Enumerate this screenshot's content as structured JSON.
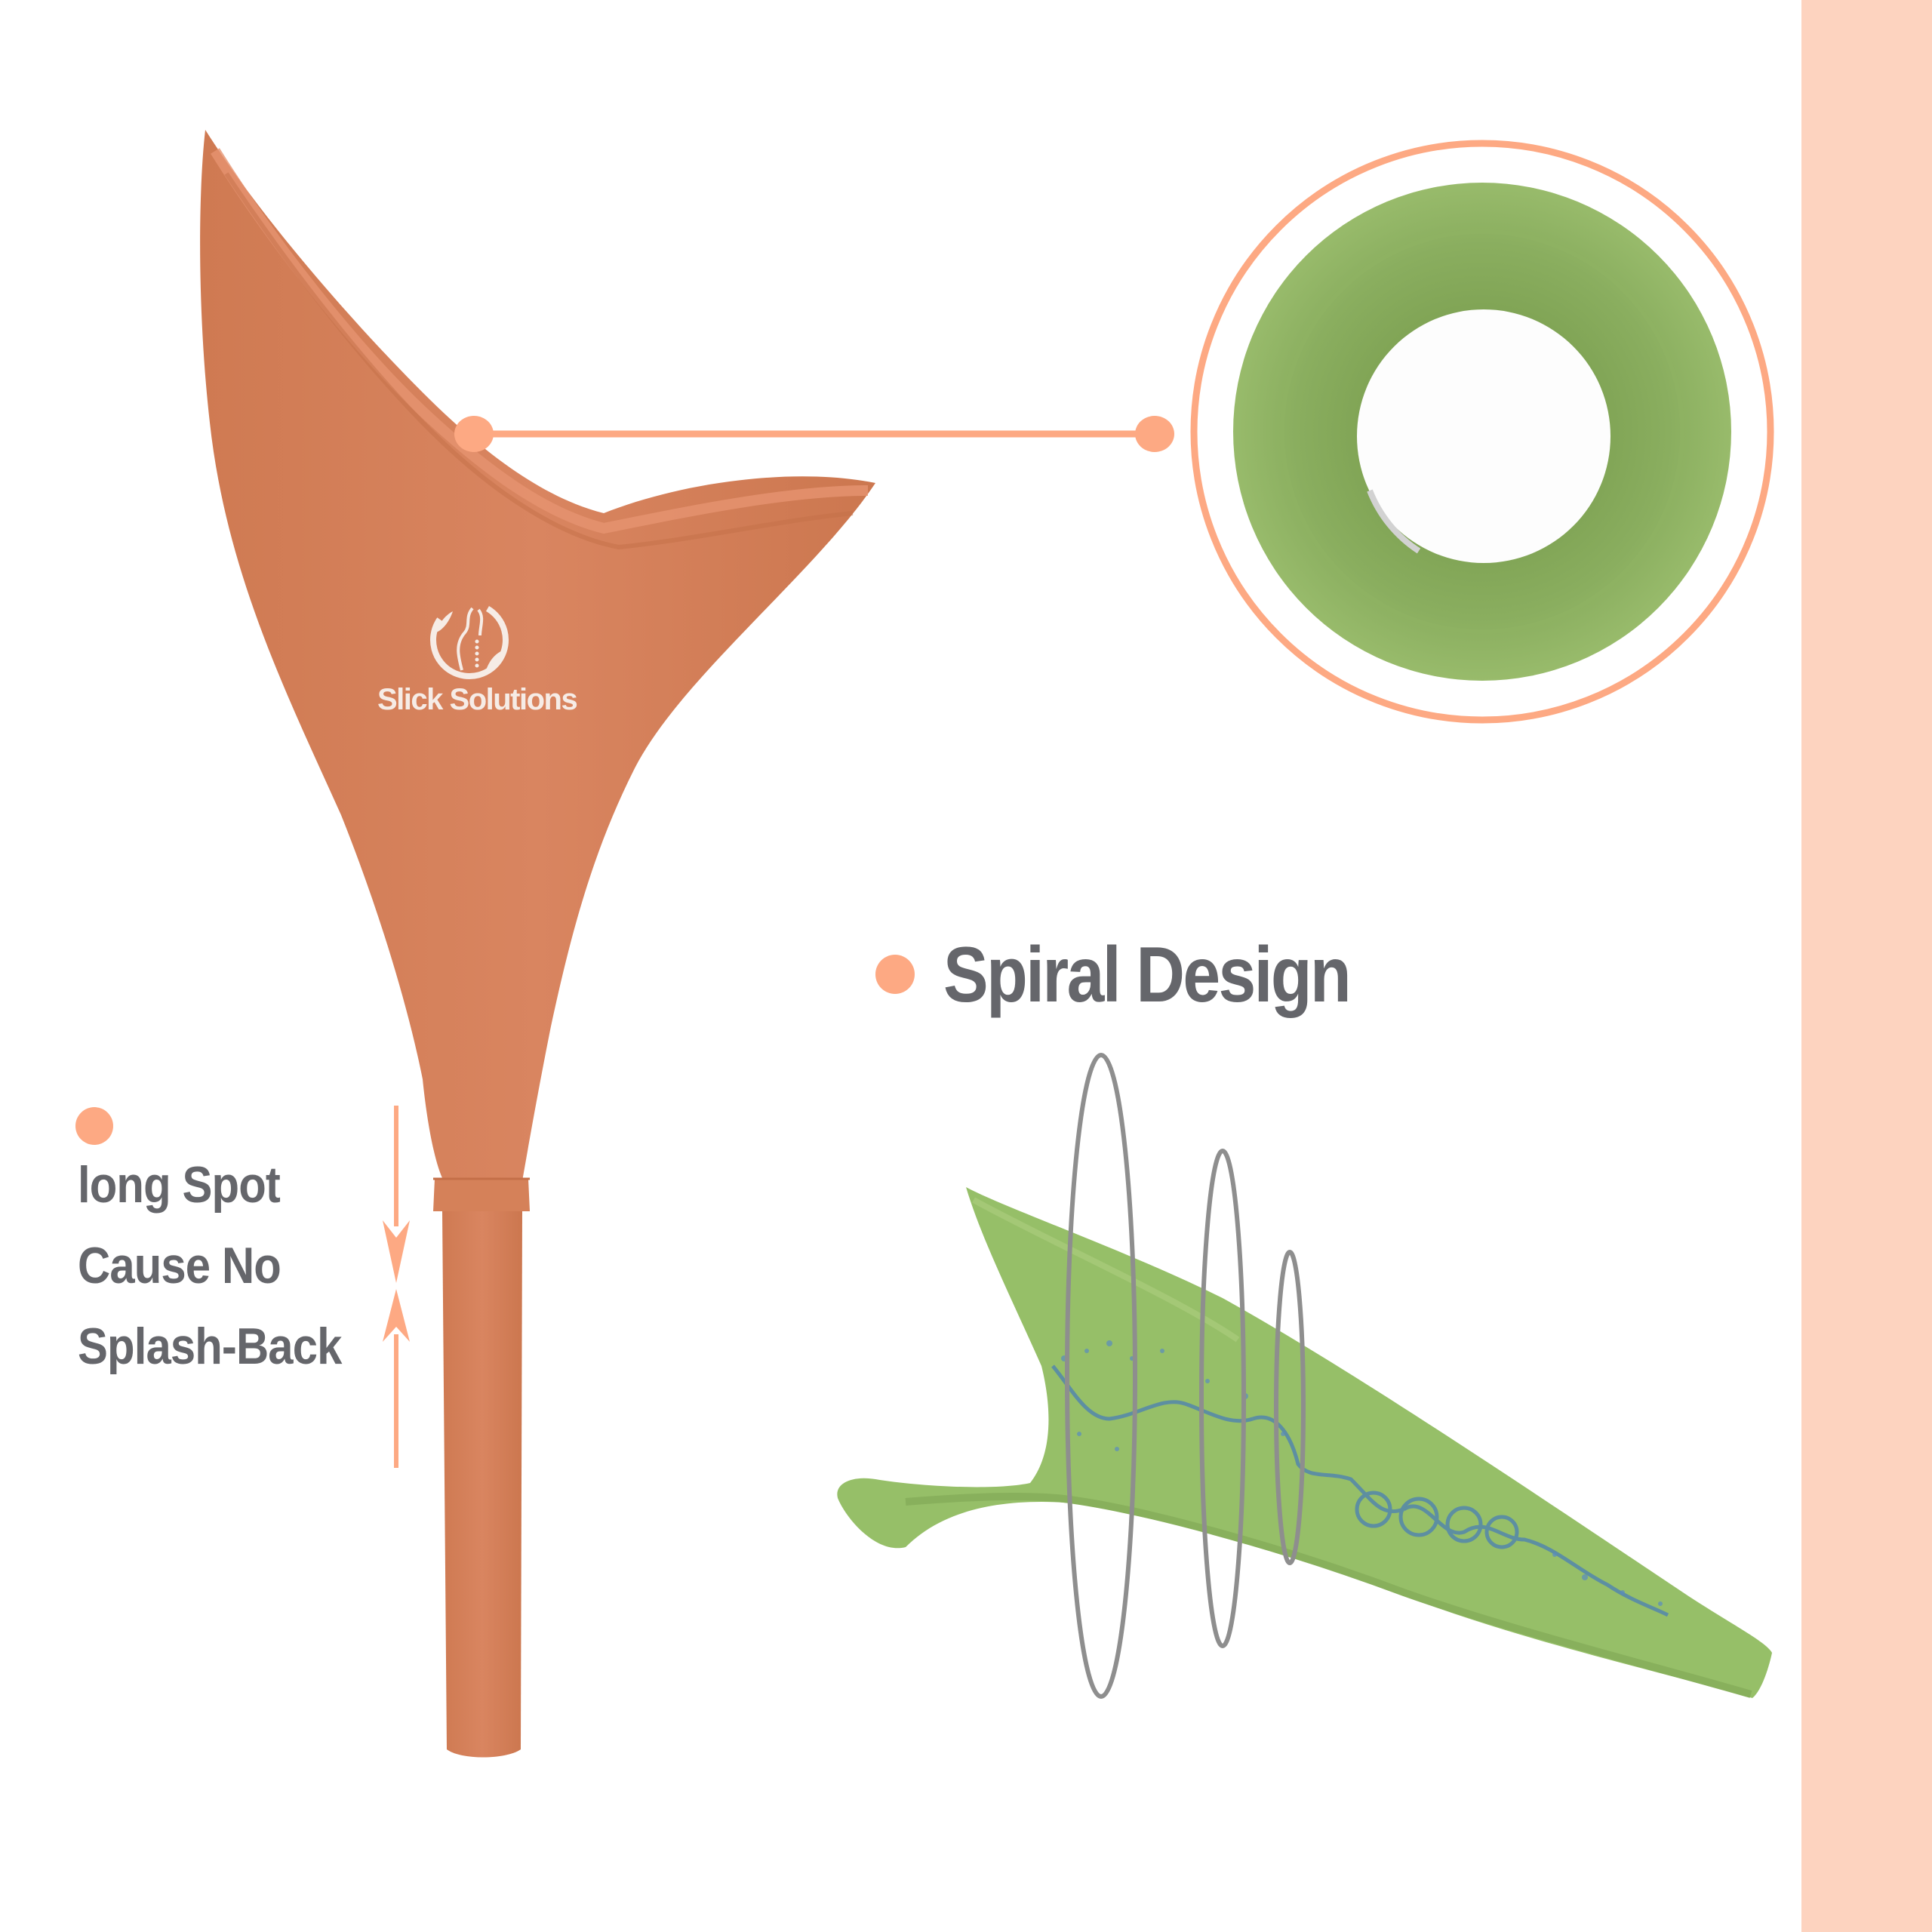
{
  "colors": {
    "accent_peach": "#fda983",
    "funnel_orange": "#d47e55",
    "funnel_orange_light": "#e58e66",
    "product_green": "#94b86a",
    "product_green_dark": "#84a758",
    "text_gray": "#65666b",
    "side_band": "#fdd3bf",
    "background": "#ffffff",
    "spiral_ring_gray": "#8e8e8e",
    "water_blue": "#4a7fb5"
  },
  "brand": {
    "logo_icon": "woman-silhouette-with-hands-logo-icon",
    "name": "Slick Solutions"
  },
  "spiral_section": {
    "heading": "Spiral Design",
    "bullet_icon": "bullet-dot-icon"
  },
  "spout_feature": {
    "bullet_icon": "bullet-dot-icon",
    "lines": [
      "long Spot",
      "Cause No",
      "Splash-Back"
    ],
    "indicator_icon": "converging-arrows-icon"
  },
  "callout": {
    "description": "Connector line from funnel rim to circular top-view inset of green funnel opening"
  }
}
